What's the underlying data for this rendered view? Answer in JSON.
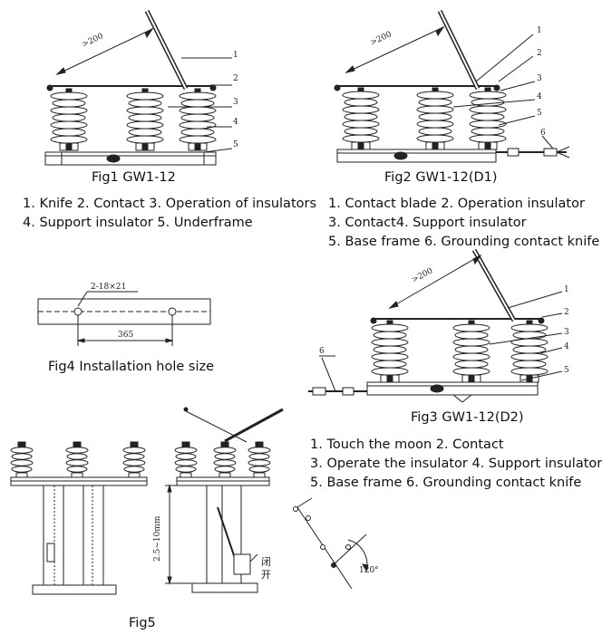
{
  "fig1": {
    "caption": "Fig1 GW1-12",
    "legend": [
      "1. Knife 2. Contact 3. Operation of insulators",
      "4. Support insulator 5. Underframe"
    ],
    "dim_label": ">200",
    "numbers": [
      "1",
      "2",
      "3",
      "4",
      "5"
    ]
  },
  "fig2": {
    "caption": "Fig2 GW1-12(D1)",
    "legend": [
      "1. Contact blade 2. Operation insulator",
      "3. Contact4. Support insulator",
      "5. Base frame 6. Grounding contact knife"
    ],
    "dim_label": ">200",
    "numbers": [
      "1",
      "2",
      "3",
      "4",
      "5",
      "6"
    ]
  },
  "fig3": {
    "caption": "Fig3 GW1-12(D2)",
    "legend": [
      "1. Touch the moon  2. Contact",
      "3. Operate the insulator 4. Support insulator",
      "5. Base frame  6. Grounding contact knife"
    ],
    "dim_label": ">200",
    "numbers": [
      "1",
      "2",
      "3",
      "4",
      "5",
      "6"
    ]
  },
  "fig4": {
    "caption": "Fig4 Installation hole size",
    "hole_label": "2-18×21",
    "spacing_label": "365"
  },
  "fig5": {
    "caption": "Fig5",
    "height_label": "2.5~10mm",
    "close_label": "闭",
    "open_label": "开",
    "angle_label": "120°"
  }
}
